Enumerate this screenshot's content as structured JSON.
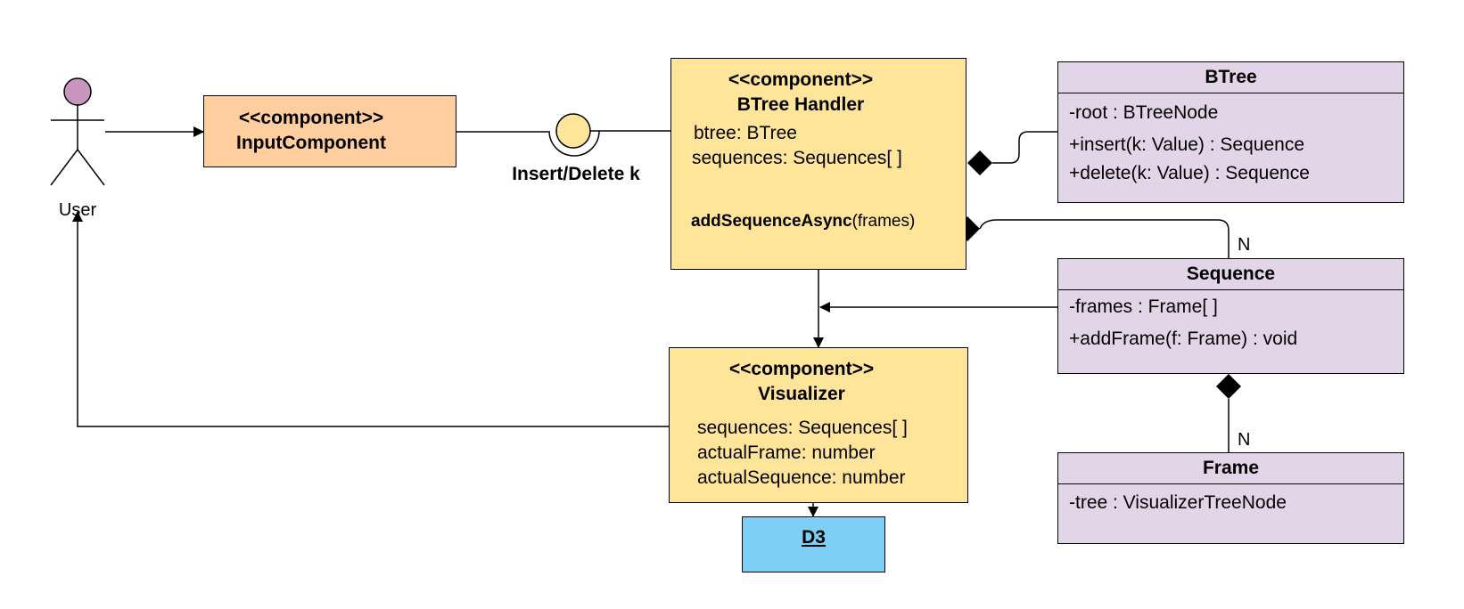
{
  "colors": {
    "orange_component": "#FFCE9F",
    "yellow_component": "#FFE599",
    "purple_class": "#E1D5E7",
    "blue_node": "#7DCFF5",
    "actor_head": "#C795C0"
  },
  "actor": {
    "label": "User"
  },
  "interface": {
    "label": "Insert/Delete k"
  },
  "input_component": {
    "stereotype": "<<component>>",
    "name": "InputComponent"
  },
  "btree_handler": {
    "stereotype": "<<component>>",
    "name": "BTree Handler",
    "attributes": [
      "btree: BTree",
      "sequences: Sequences[ ]"
    ],
    "method_name": "addSequenceAsync",
    "method_args": "(frames)"
  },
  "visualizer": {
    "stereotype": "<<component>>",
    "name": "Visualizer",
    "attributes": [
      "sequences: Sequences[ ]",
      "actualFrame: number",
      "actualSequence: number"
    ]
  },
  "d3": {
    "label": "D3"
  },
  "btree_class": {
    "title": "BTree",
    "members": [
      "-root : BTreeNode",
      "+insert(k: Value) : Sequence",
      "+delete(k: Value) : Sequence"
    ]
  },
  "sequence_class": {
    "title": "Sequence",
    "members": [
      "-frames : Frame[ ]",
      "+addFrame(f: Frame) : void"
    ]
  },
  "frame_class": {
    "title": "Frame",
    "members": [
      "-tree : VisualizerTreeNode"
    ]
  },
  "multiplicities": {
    "handler_sequence": "N",
    "sequence_frame": "N"
  }
}
